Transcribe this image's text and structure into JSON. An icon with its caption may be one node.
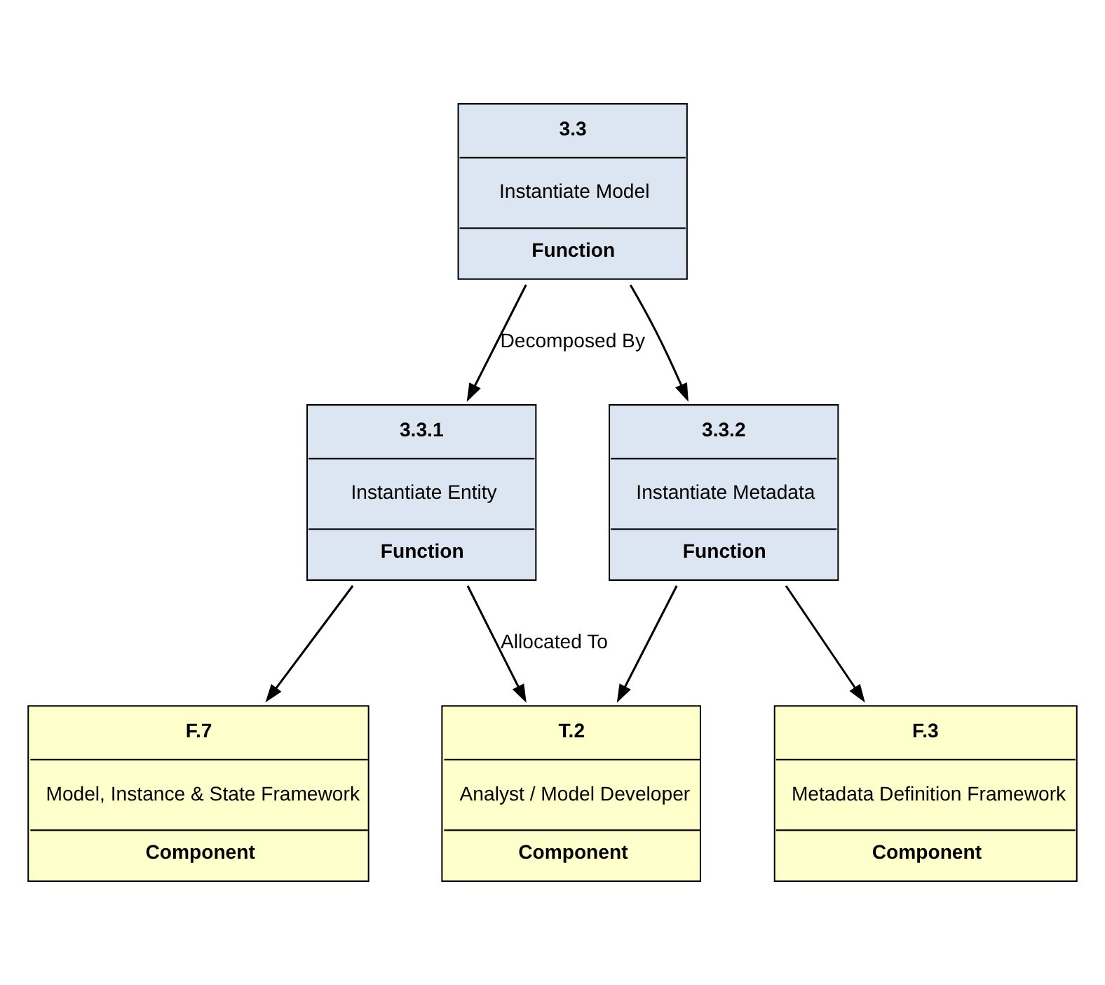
{
  "diagram": {
    "nodes": [
      {
        "text": [
          "3.3",
          "Instantiate Model",
          "Function"
        ]
      },
      {
        "text": [
          "3.3.1",
          "Instantiate Entity",
          "Function"
        ]
      },
      {
        "text": [
          "3.3.2",
          "Instantiate Metadata",
          "Function"
        ]
      },
      {
        "text": [
          "F.7",
          "Model, Instance & State Framework",
          "Component"
        ]
      },
      {
        "text": [
          "T.2",
          "Analyst / Model Developer",
          "Component"
        ]
      },
      {
        "text": [
          "F.3",
          "Metadata Definition Framework",
          "Component"
        ]
      }
    ],
    "edges": [
      {
        "from": 0,
        "to": 1,
        "arrow": "to",
        "label": "Decomposed By"
      },
      {
        "from": 0,
        "to": 2,
        "arrow": "to"
      },
      {
        "from": 1,
        "to": 3,
        "arrow": "to"
      },
      {
        "from": 1,
        "to": 4,
        "arrow": "to",
        "label": "Allocated To"
      },
      {
        "from": 2,
        "to": 4,
        "arrow": "to"
      },
      {
        "from": 2,
        "to": 5,
        "arrow": "to"
      }
    ]
  }
}
